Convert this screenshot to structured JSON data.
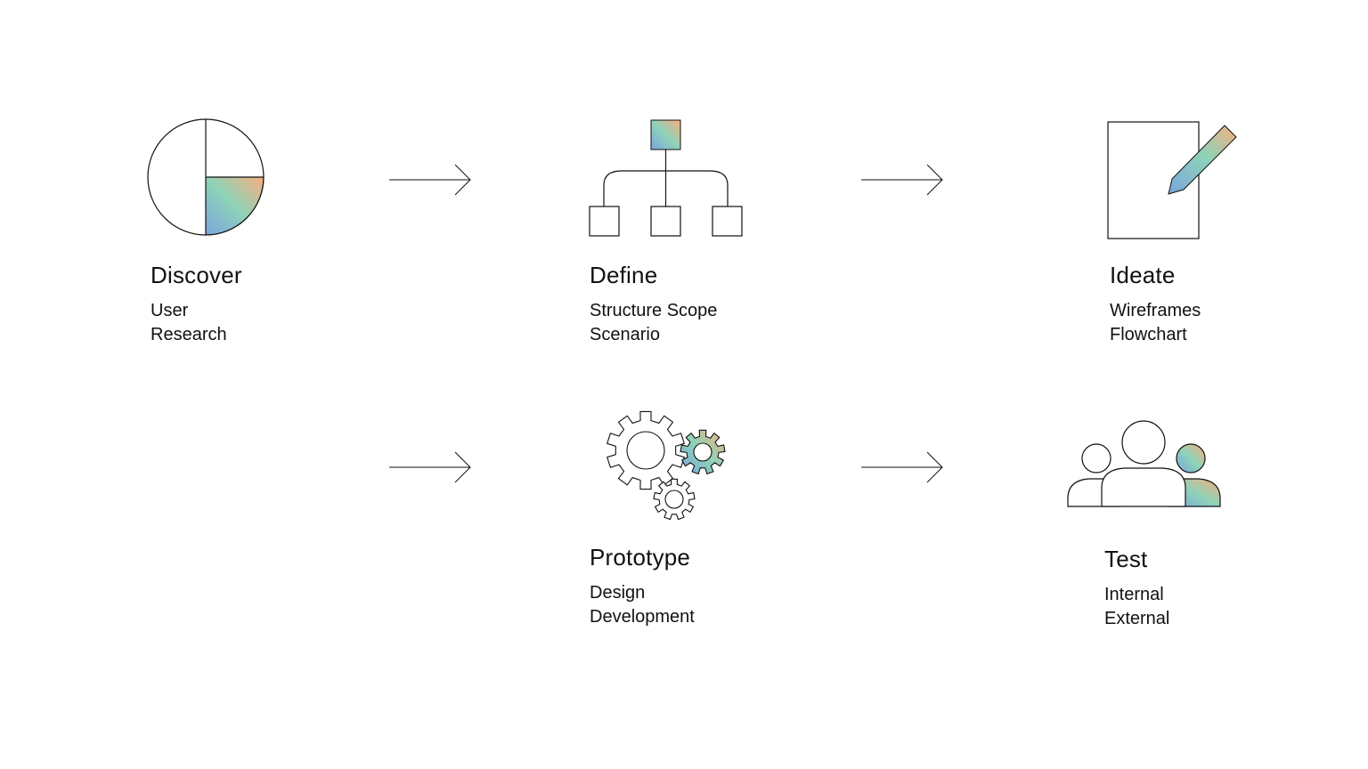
{
  "diagram": {
    "gradient": {
      "colors": [
        "#7aa5dd",
        "#8ed3b8",
        "#f9ae7d"
      ]
    },
    "steps": [
      {
        "key": "discover",
        "icon": "pie-chart-icon",
        "title": "Discover",
        "lines": [
          "User",
          "Research"
        ]
      },
      {
        "key": "define",
        "icon": "hierarchy-icon",
        "title": "Define",
        "lines": [
          "Structure Scope",
          "Scenario"
        ]
      },
      {
        "key": "ideate",
        "icon": "paper-pencil-icon",
        "title": "Ideate",
        "lines": [
          "Wireframes",
          "Flowchart"
        ]
      },
      {
        "key": "prototype",
        "icon": "gears-icon",
        "title": "Prototype",
        "lines": [
          "Design",
          "Development"
        ]
      },
      {
        "key": "test",
        "icon": "users-icon",
        "title": "Test",
        "lines": [
          "Internal",
          "External"
        ]
      }
    ],
    "arrows": [
      {
        "from": "discover",
        "to": "define"
      },
      {
        "from": "define",
        "to": "ideate"
      },
      {
        "from": "discover",
        "to": "prototype"
      },
      {
        "from": "prototype",
        "to": "test"
      }
    ]
  }
}
